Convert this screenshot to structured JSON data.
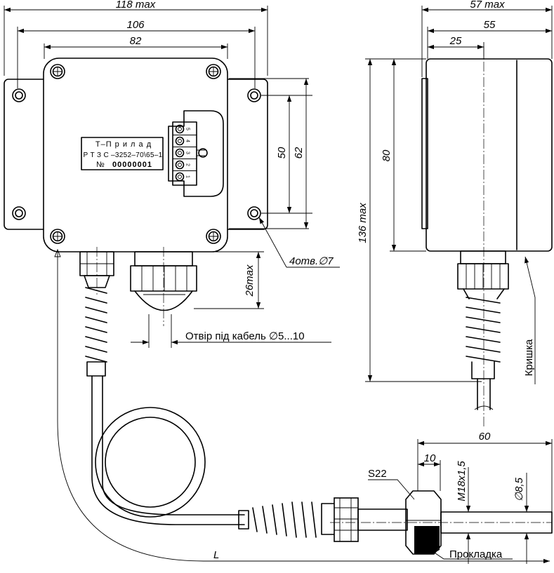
{
  "dims": {
    "w118": "118 max",
    "w106": "106",
    "w82": "82",
    "h50": "50",
    "h62": "62",
    "holes": "4отв.∅7",
    "h26": "26max",
    "cable_hole": "Отвір під кабель ∅5...10",
    "w57": "57 max",
    "w55": "55",
    "w25": "25",
    "h80": "80",
    "h136": "136 max",
    "lid": "Кришка",
    "l60": "60",
    "l10": "10",
    "s22": "S22",
    "thread": "M18x1,5",
    "dia": "∅8,5",
    "gasket": "Прокладка",
    "L": "L"
  },
  "plate": {
    "brand": "Т–П р и л а д",
    "model": "Р Т З С –3252–70\\65–1",
    "no_label": "№",
    "serial": "00000001"
  },
  "terminals": [
    "5",
    "4",
    "3",
    "2",
    "1"
  ]
}
